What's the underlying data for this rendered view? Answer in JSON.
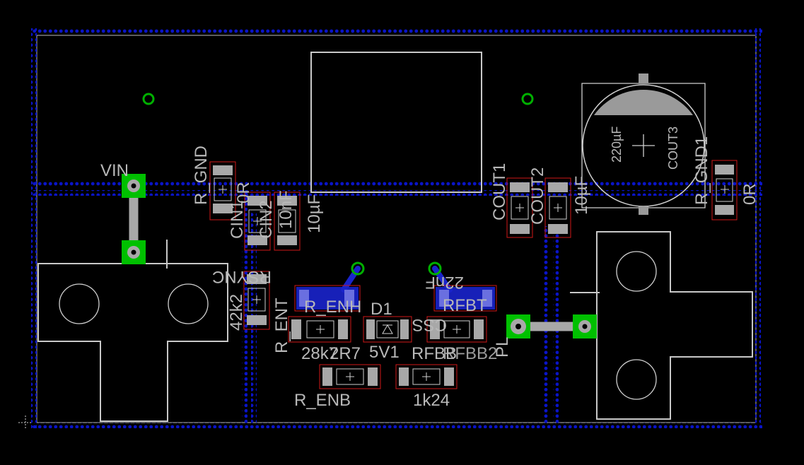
{
  "theme": {
    "background": "#000000",
    "via_dots": "#0a14c8",
    "top_copper": "#a8a8a8",
    "bottom_copper": "#1a24cc",
    "silkscreen": "#c8c8c8",
    "pad_green": "#00c000",
    "keepout_red": "#d01818"
  },
  "labels": {
    "vin": "VIN",
    "r_gnd_left": "R_GND",
    "r_gnd_left_val": "0R",
    "cin1": "CIN1",
    "cin2": "CIN2",
    "cin2_val": "10nF",
    "cin1_val": "10µF",
    "r_ent_val": "42k2",
    "r_ent": "R_ENT",
    "rsync": "RSYNC",
    "r_enh": "R_ENH",
    "d1": "D1",
    "rfbt": "RFBT",
    "css": "CSS",
    "css_val": "22nF",
    "rsync_val": "28k7",
    "r_enh_val": "2R7",
    "d1_val": "5V1",
    "rfbb": "RFBB",
    "rfbb2": "RFBB2",
    "r_enb": "R_ENB",
    "rfbb_val": "1k24",
    "cout1": "COUT1",
    "cout2": "COUT2",
    "cout2_val": "10µF",
    "cout3": "COUT3",
    "cout3_val": "220µF",
    "r_gnd_right": "R_GND1",
    "r_gnd_right_val": "0R",
    "pl": "PL"
  }
}
